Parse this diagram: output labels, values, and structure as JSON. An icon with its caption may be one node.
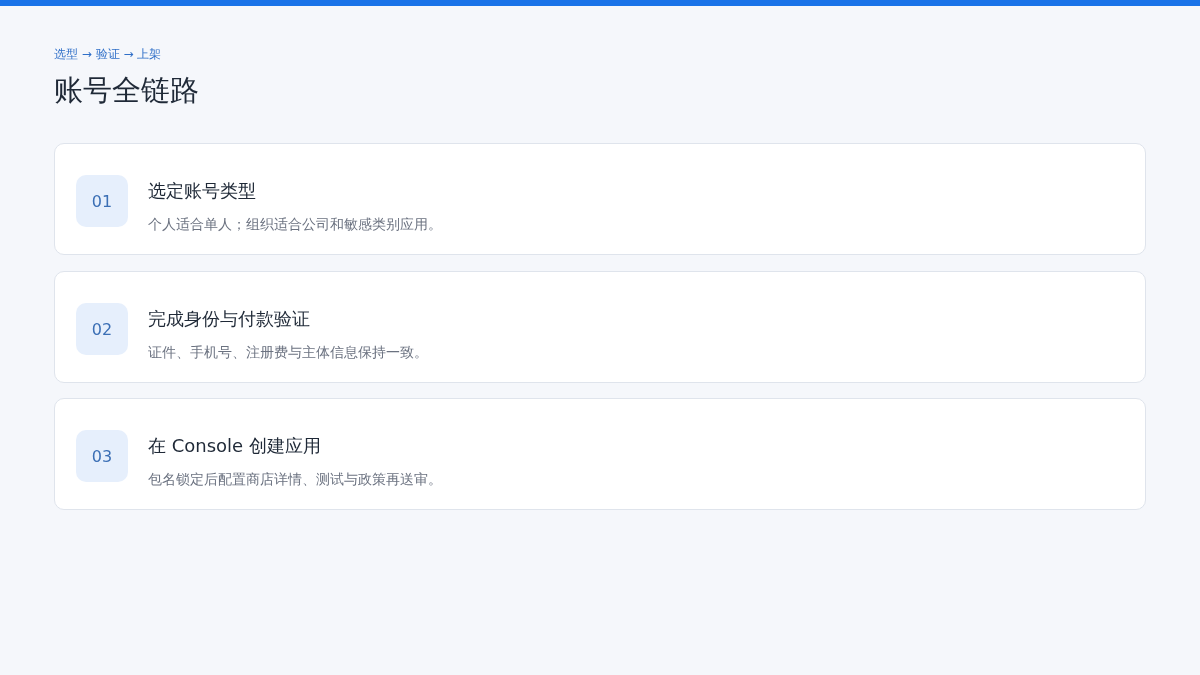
{
  "diagram": {
    "title": "账号全链路",
    "nodes": [
      {
        "text": [
          "选定账号类型",
          "个人适合单人；组织适合公司和敏感类别应用。"
        ]
      },
      {
        "text": [
          "01"
        ],
        "in": 0
      },
      {
        "text": [
          "完成身份与付款验证",
          "证件、手机号、注册费与主体信息保持一致。"
        ]
      },
      {
        "text": [
          "02"
        ],
        "in": 2
      },
      {
        "text": [
          "在 Console 创建应用",
          "包名锁定后配置商店详情、测试与政策再送审。"
        ]
      },
      {
        "text": [
          "03"
        ],
        "in": 4
      }
    ],
    "labels": [
      "选型 → 验证 → 上架"
    ]
  }
}
